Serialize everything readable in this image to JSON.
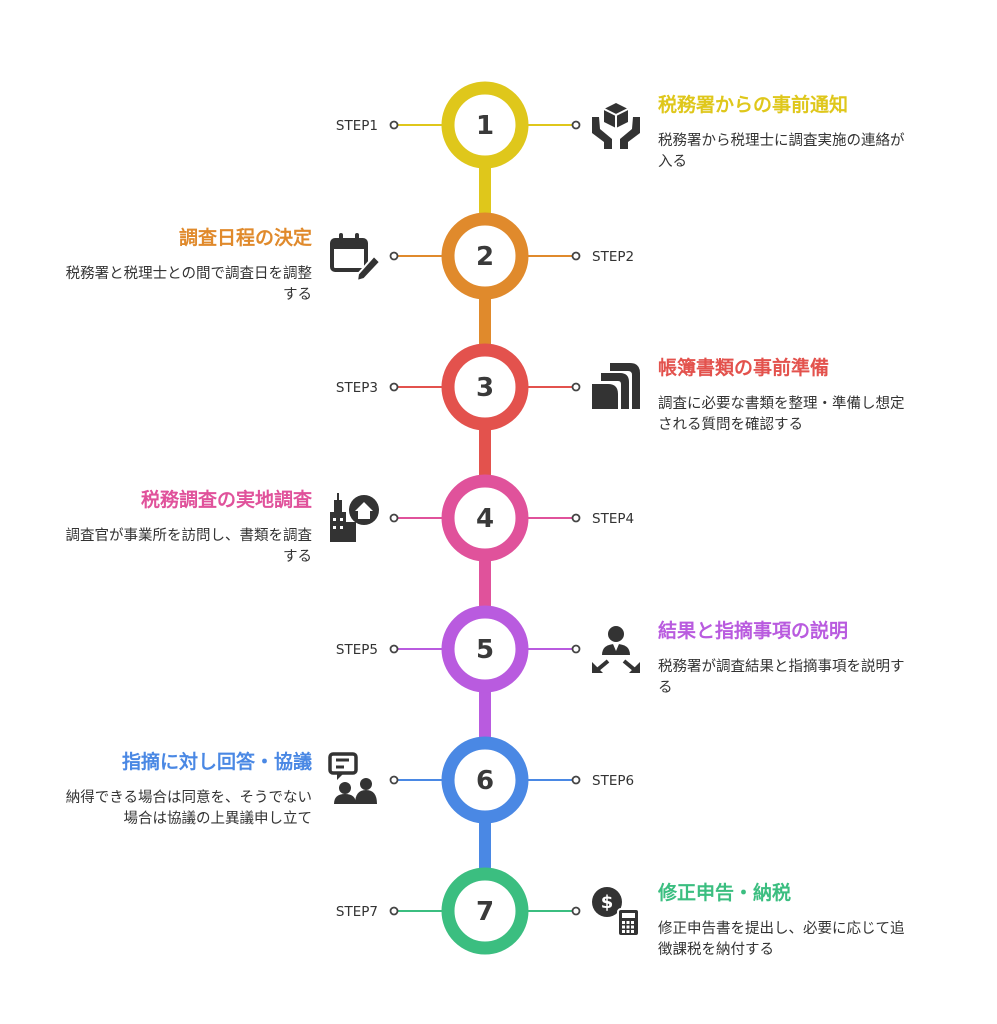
{
  "steps": [
    {
      "number": "1",
      "label": "STEP1",
      "title": "税務署からの事前通知",
      "desc": "税務署から税理士に調査実施の連絡が入る",
      "color": "#DFC71B",
      "icon": "hands-box-icon"
    },
    {
      "number": "2",
      "label": "STEP2",
      "title": "調査日程の決定",
      "desc": "税務署と税理士との間で調査日を調整する",
      "color": "#E08A2C",
      "icon": "calendar-edit-icon"
    },
    {
      "number": "3",
      "label": "STEP3",
      "title": "帳簿書類の事前準備",
      "desc": "調査に必要な書類を整理・準備し想定される質問を確認する",
      "color": "#E3524D",
      "icon": "documents-stack-icon"
    },
    {
      "number": "4",
      "label": "STEP4",
      "title": "税務調査の実地調査",
      "desc": "調査官が事業所を訪問し、書類を調査する",
      "color": "#E0529B",
      "icon": "buildings-home-icon"
    },
    {
      "number": "5",
      "label": "STEP5",
      "title": "結果と指摘事項の説明",
      "desc": "税務署が調査結果と指摘事項を説明する",
      "color": "#B95BDF",
      "icon": "presenter-arrows-icon"
    },
    {
      "number": "6",
      "label": "STEP6",
      "title": "指摘に対し回答・協議",
      "desc": "納得できる場合は同意を、そうでない場合は協議の上異議申し立て",
      "color": "#4A88E4",
      "icon": "people-chat-icon"
    },
    {
      "number": "7",
      "label": "STEP7",
      "title": "修正申告・納税",
      "desc": "修正申告書を提出し、必要に応じて追徴課税を納付する",
      "color": "#3BBE80",
      "icon": "money-calculator-icon"
    }
  ]
}
